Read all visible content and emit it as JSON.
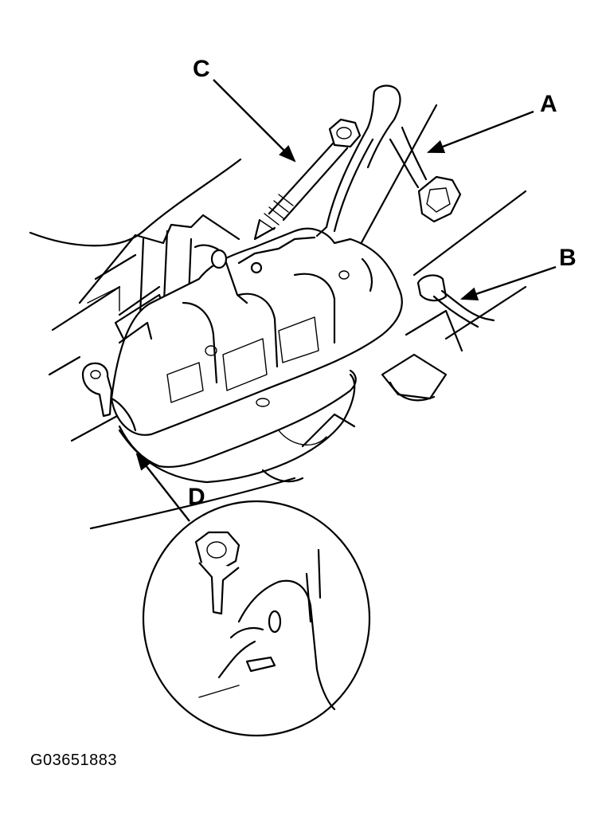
{
  "callouts": {
    "a": "A",
    "b": "B",
    "c": "C",
    "d": "D"
  },
  "figure_code": "G03651883",
  "icons": [
    "exhaust-manifold-drawing",
    "oxygen-sensor-connector",
    "bolt",
    "detail-magnifier-circle"
  ]
}
